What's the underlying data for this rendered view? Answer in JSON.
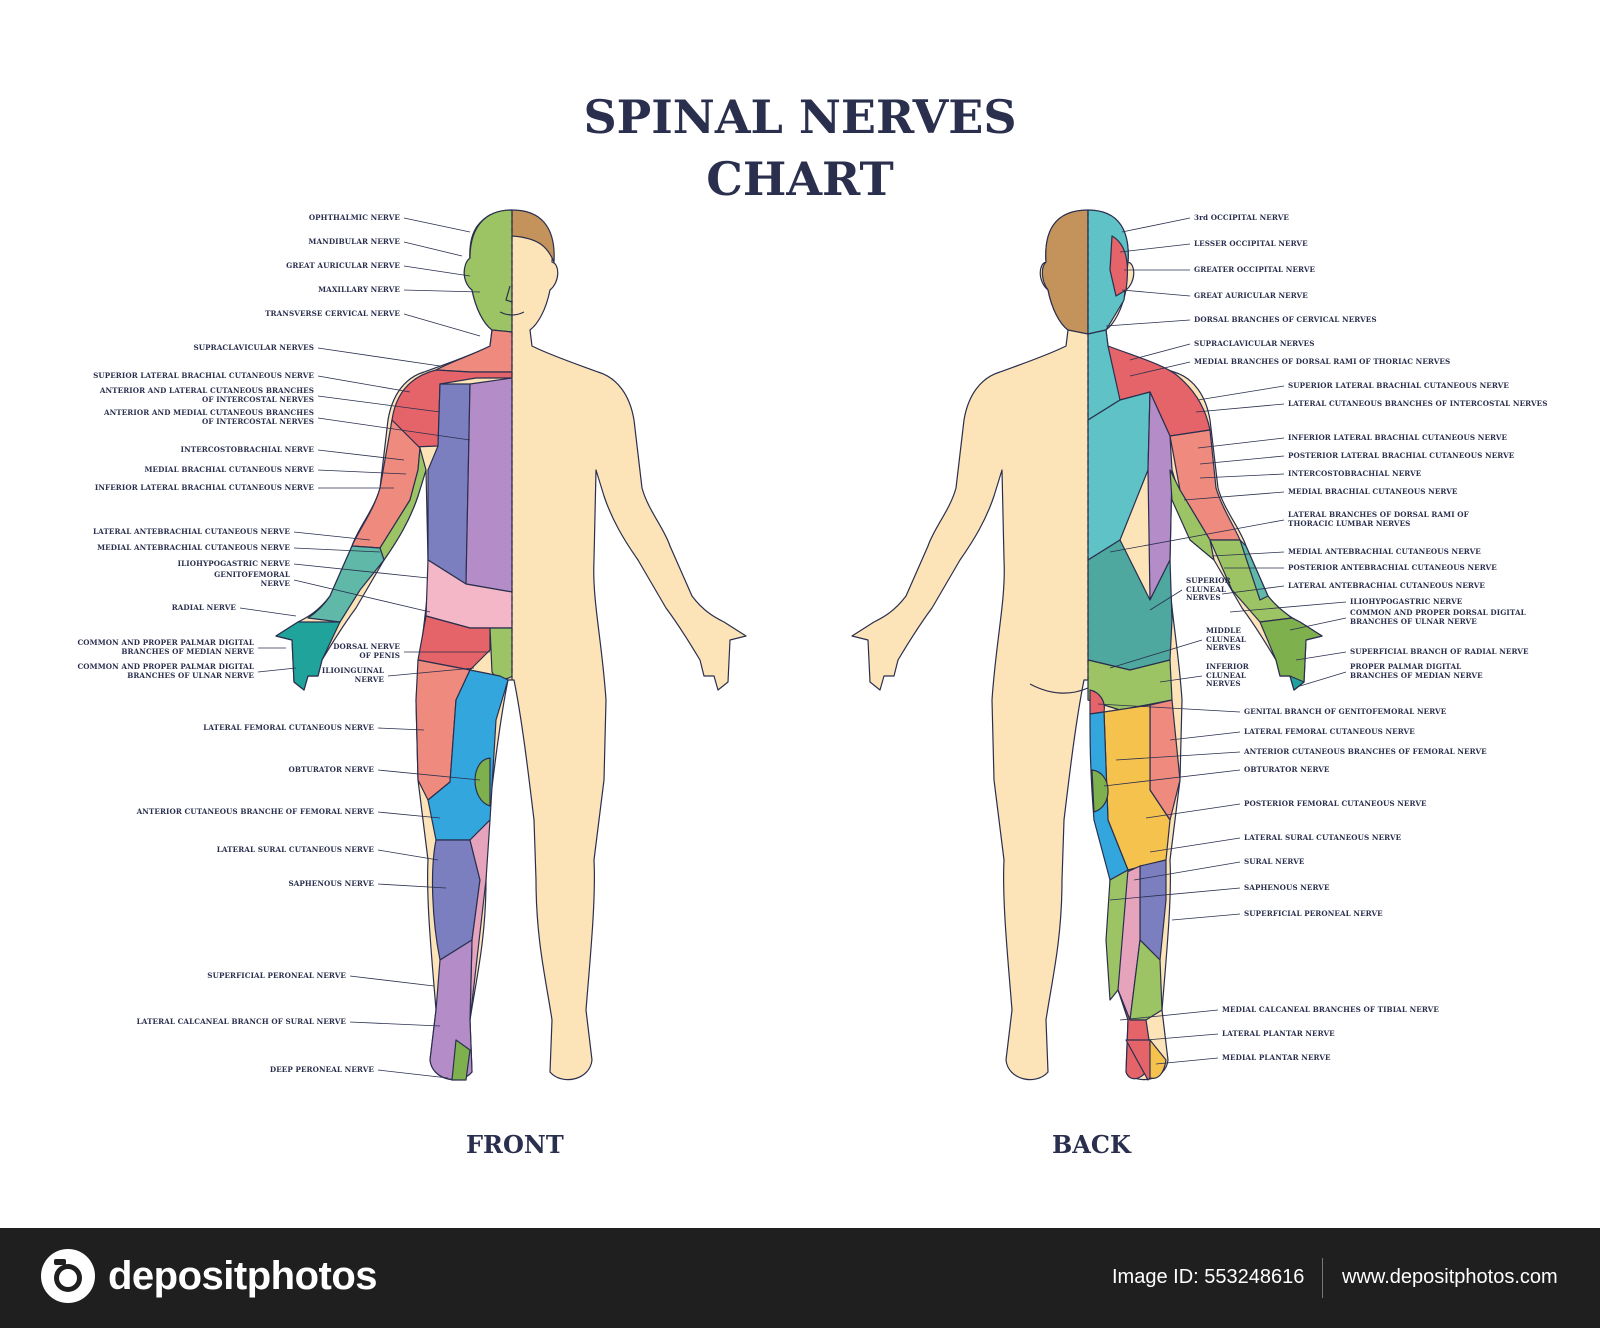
{
  "title_line1": "SPINAL NERVES",
  "title_line2": "CHART",
  "front_label": "FRONT",
  "back_label": "BACK",
  "colors": {
    "ink": "#2a2f4e",
    "skin": "#fde4b8",
    "hair": "#c4935c",
    "red": "#e4646a",
    "salmon": "#ee8a7e",
    "purple": "#b48cc8",
    "indigo": "#7b7fc0",
    "green": "#9cc464",
    "teal": "#5fb8a8",
    "blue": "#33a6de",
    "cyan": "#5ec2c6",
    "pink": "#e6a4bc",
    "yellow": "#f6c24e"
  },
  "front_labels": [
    "OPHTHALMIC NERVE",
    "MANDIBULAR NERVE",
    "GREAT AURICULAR NERVE",
    "MAXILLARY NERVE",
    "TRANSVERSE CERVICAL NERVE",
    "SUPRACLAVICULAR NERVES",
    "SUPERIOR LATERAL BRACHIAL CUTANEOUS NERVE",
    "ANTERIOR AND LATERAL CUTANEOUS BRANCHES\nOF INTERCOSTAL NERVES",
    "ANTERIOR AND MEDIAL CUTANEOUS BRANCHES\nOF INTERCOSTAL NERVES",
    "INTERCOSTOBRACHIAL NERVE",
    "MEDIAL BRACHIAL CUTANEOUS NERVE",
    "INFERIOR LATERAL BRACHIAL CUTANEOUS NERVE",
    "LATERAL ANTEBRACHIAL CUTANEOUS NERVE",
    "MEDIAL ANTEBRACHIAL CUTANEOUS NERVE",
    "ILIOHYPOGASTRIC NERVE",
    "GENITOFEMORAL\nNERVE",
    "RADIAL NERVE",
    "COMMON AND PROPER PALMAR DIGITAL\nBRANCHES OF MEDIAN NERVE",
    "COMMON AND PROPER PALMAR DIGITAL\nBRANCHES OF ULNAR NERVE",
    "DORSAL NERVE\nOF PENIS",
    "ILIOINGUINAL\nNERVE",
    "LATERAL FEMORAL CUTANEOUS NERVE",
    "OBTURATOR NERVE",
    "ANTERIOR CUTANEOUS BRANCHE OF FEMORAL NERVE",
    "LATERAL SURAL CUTANEOUS NERVE",
    "SAPHENOUS NERVE",
    "SUPERFICIAL PERONEAL NERVE",
    "LATERAL CALCANEAL BRANCH OF SURAL NERVE",
    "DEEP PERONEAL NERVE"
  ],
  "back_labels": [
    "3rd OCCIPITAL NERVE",
    "LESSER OCCIPITAL NERVE",
    "GREATER OCCIPITAL NERVE",
    "GREAT AURICULAR NERVE",
    "DORSAL BRANCHES OF CERVICAL NERVES",
    "SUPRACLAVICULAR NERVES",
    "MEDIAL BRANCHES OF DORSAL RAMI OF THORIAC NERVES",
    "SUPERIOR LATERAL BRACHIAL CUTANEOUS NERVE",
    "LATERAL CUTANEOUS BRANCHES OF INTERCOSTAL NERVES",
    "INFERIOR LATERAL BRACHIAL CUTANEOUS NERVE",
    "POSTERIOR LATERAL BRACHIAL CUTANEOUS NERVE",
    "INTERCOSTOBRACHIAL NERVE",
    "MEDIAL BRACHIAL CUTANEOUS NERVE",
    "LATERAL BRANCHES OF DORSAL RAMI OF\nTHORACIC LUMBAR NERVES",
    "MEDIAL ANTEBRACHIAL CUTANEOUS NERVE",
    "POSTERIOR ANTEBRACHIAL CUTANEOUS NERVE",
    "LATERAL ANTEBRACHIAL CUTANEOUS NERVE",
    "ILIOHYPOGASTRIC NERVE",
    "COMMON AND PROPER DORSAL DIGITAL\nBRANCHES OF ULNAR NERVE",
    "SUPERFICIAL BRANCH OF RADIAL NERVE",
    "PROPER PALMAR DIGITAL\nBRANCHES OF MEDIAN NERVE",
    "SUPERIOR\nCLUNEAL\nNERVES",
    "MIDDLE\nCLUNEAL\nNERVES",
    "INFERIOR\nCLUNEAL\nNERVES",
    "GENITAL BRANCH OF GENITOFEMORAL NERVE",
    "LATERAL FEMORAL CUTANEOUS NERVE",
    "ANTERIOR CUTANEOUS BRANCHES OF FEMORAL NERVE",
    "OBTURATOR NERVE",
    "POSTERIOR FEMORAL CUTANEOUS NERVE",
    "LATERAL SURAL CUTANEOUS NERVE",
    "SURAL NERVE",
    "SAPHENOUS NERVE",
    "SUPERFICIAL PERONEAL NERVE",
    "MEDIAL CALCANEAL BRANCHES OF TIBIAL NERVE",
    "LATERAL PLANTAR NERVE",
    "MEDIAL PLANTAR NERVE"
  ],
  "footer": {
    "brand": "depositphotos",
    "image_id": "Image ID: 553248616",
    "site": "www.depositphotos.com"
  }
}
